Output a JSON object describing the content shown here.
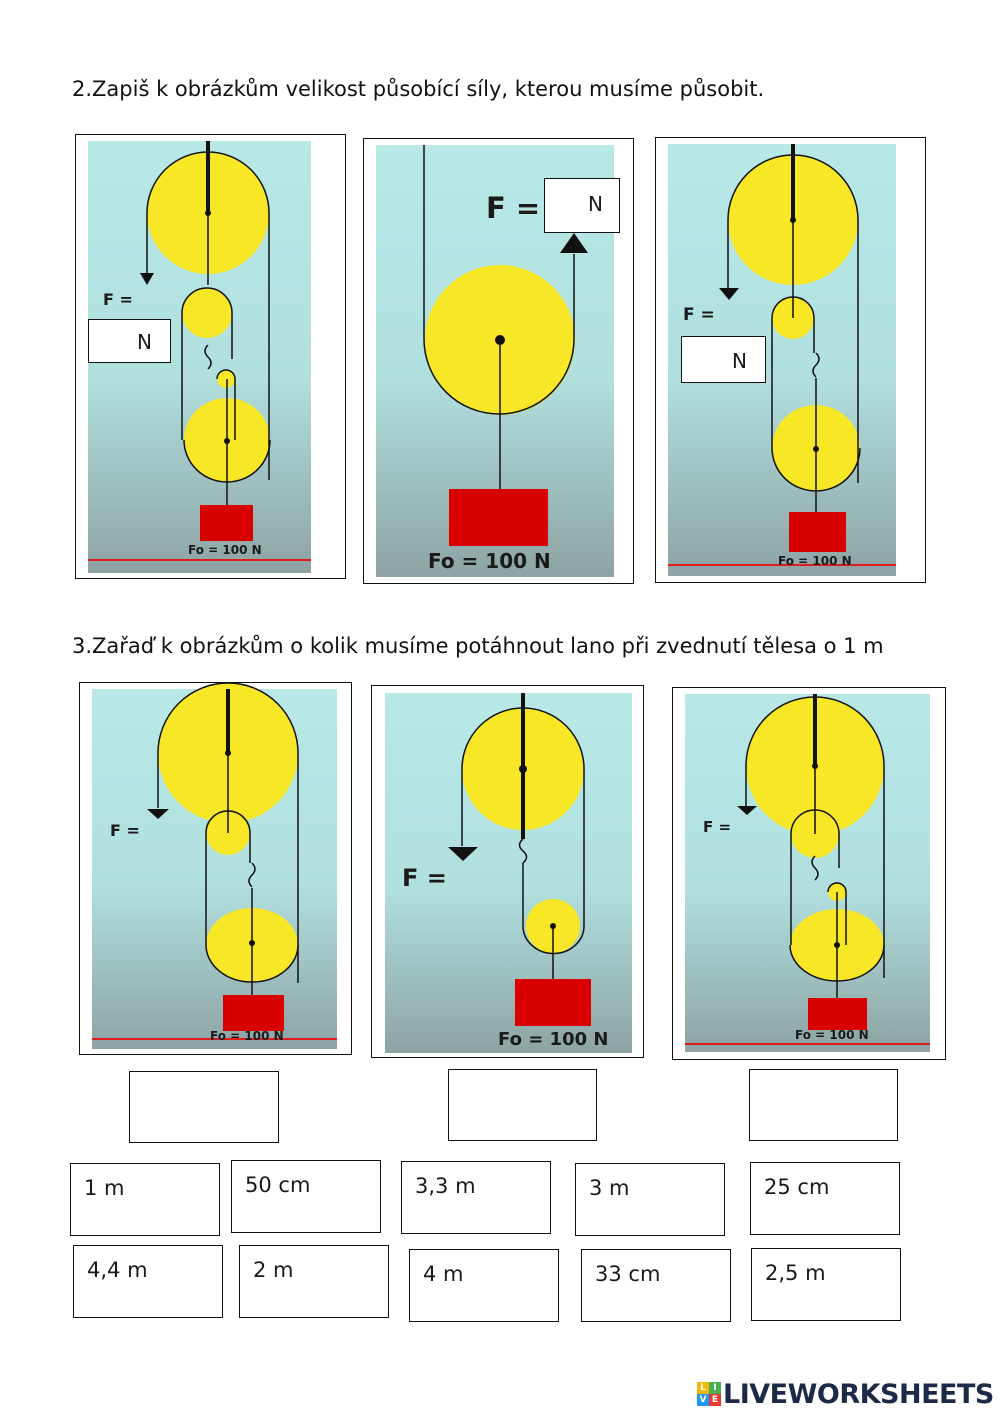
{
  "task2": {
    "heading": "2.Zapiš k obrázkům velikost působící síly, kterou musíme působit.",
    "force_label": "F =",
    "unit": "N",
    "weight_label": "Fo = 100 N"
  },
  "task3": {
    "heading": "3.Zařaď k obrázkům o kolik musíme potáhnout lano při zvednutí tělesa o 1 m",
    "force_label": "F =",
    "weight_label": "Fo = 100 N",
    "options_row1": [
      "1 m",
      "50 cm",
      "3,3 m",
      "3 m",
      "25 cm"
    ],
    "options_row2": [
      "4,4 m",
      "2 m",
      "4 m",
      "33 cm",
      "2,5 m"
    ]
  },
  "brand": {
    "text": "LIVEWORKSHEETS",
    "icon_letters": [
      "L",
      "I",
      "V",
      "E"
    ]
  },
  "colors": {
    "pulley": "#f7e727",
    "load": "#d80000",
    "sky": "#b6e8e6",
    "ground": "#8fa4a4",
    "floor_line": "#e51b1b",
    "brand_text": "#1b2a47"
  }
}
